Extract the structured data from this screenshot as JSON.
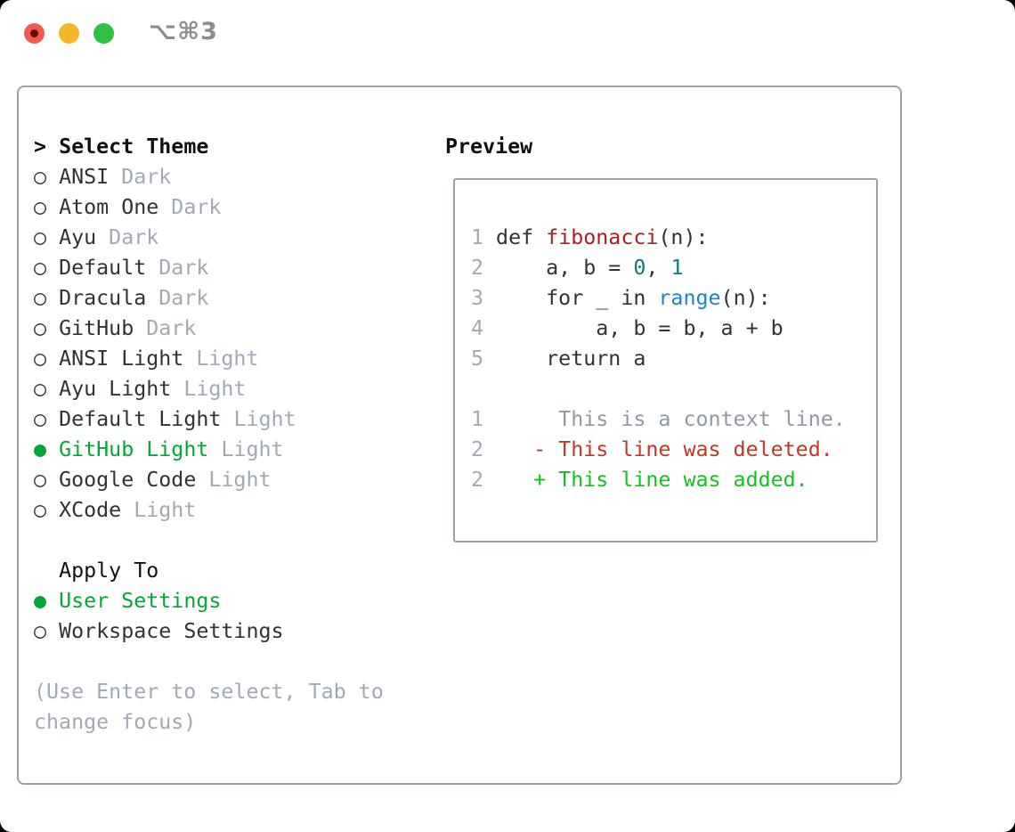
{
  "window": {
    "title_shortcut": "⌥⌘3"
  },
  "traffic_lights": [
    {
      "name": "close",
      "color": "#f05a52",
      "dot_color": "#6b0d00"
    },
    {
      "name": "minimize",
      "color": "#f6b62c"
    },
    {
      "name": "zoom",
      "color": "#2ec043"
    }
  ],
  "theme_picker": {
    "prompt": ">",
    "header": "Select Theme",
    "unselected_marker": "○",
    "selected_marker": "●",
    "items": [
      {
        "name": "ANSI",
        "variant": "Dark",
        "selected": false
      },
      {
        "name": "Atom One",
        "variant": "Dark",
        "selected": false
      },
      {
        "name": "Ayu",
        "variant": "Dark",
        "selected": false
      },
      {
        "name": "Default",
        "variant": "Dark",
        "selected": false
      },
      {
        "name": "Dracula",
        "variant": "Dark",
        "selected": false
      },
      {
        "name": "GitHub",
        "variant": "Dark",
        "selected": false
      },
      {
        "name": "ANSI Light",
        "variant": "Light",
        "selected": false
      },
      {
        "name": "Ayu Light",
        "variant": "Light",
        "selected": false
      },
      {
        "name": "Default Light",
        "variant": "Light",
        "selected": false
      },
      {
        "name": "GitHub Light",
        "variant": "Light",
        "selected": true
      },
      {
        "name": "Google Code",
        "variant": "Light",
        "selected": false
      },
      {
        "name": "XCode",
        "variant": "Light",
        "selected": false
      }
    ]
  },
  "apply_to": {
    "header": "Apply To",
    "options": [
      {
        "label": "User Settings",
        "selected": true
      },
      {
        "label": "Workspace Settings",
        "selected": false
      }
    ]
  },
  "help": {
    "line1": "(Use Enter to select, Tab to",
    "line2": "change focus)"
  },
  "preview": {
    "header": "Preview",
    "lines": [
      {
        "kind": "code",
        "num": "1",
        "tokens": [
          {
            "t": " def ",
            "c": "code"
          },
          {
            "t": "fibonacci",
            "c": "fn"
          },
          {
            "t": "(n):",
            "c": "code"
          }
        ]
      },
      {
        "kind": "code",
        "num": "2",
        "tokens": [
          {
            "t": "     a, b = ",
            "c": "code"
          },
          {
            "t": "0",
            "c": "lit"
          },
          {
            "t": ", ",
            "c": "code"
          },
          {
            "t": "1",
            "c": "lit"
          }
        ]
      },
      {
        "kind": "code",
        "num": "3",
        "tokens": [
          {
            "t": "     for _ in ",
            "c": "code"
          },
          {
            "t": "range",
            "c": "call"
          },
          {
            "t": "(n):",
            "c": "code"
          }
        ]
      },
      {
        "kind": "code",
        "num": "4",
        "tokens": [
          {
            "t": "         a, b = b, a + b",
            "c": "code"
          }
        ]
      },
      {
        "kind": "code",
        "num": "5",
        "tokens": [
          {
            "t": "     return a",
            "c": "code"
          }
        ]
      },
      {
        "kind": "blank",
        "num": "",
        "tokens": []
      },
      {
        "kind": "diff-context",
        "num": "1",
        "tokens": [
          {
            "t": "      This is a context line.",
            "c": "ctx"
          }
        ]
      },
      {
        "kind": "diff-deleted",
        "num": "2",
        "tokens": [
          {
            "t": "    - This line was deleted.",
            "c": "del"
          }
        ]
      },
      {
        "kind": "diff-added",
        "num": "2",
        "tokens": [
          {
            "t": "    + This line was added.",
            "c": "add"
          }
        ]
      }
    ]
  },
  "colors": {
    "panel_border": "#99a2ac",
    "text": "#2d3339",
    "header_text": "#0e1114",
    "muted": "#a0aab5",
    "selected_green": "#06a538",
    "function_red": "#ad1f1f",
    "number_teal": "#0b7c87",
    "builtin_blue": "#1a86c3",
    "diff_deleted_red": "#c63527",
    "diff_added_green": "#14c21d"
  }
}
